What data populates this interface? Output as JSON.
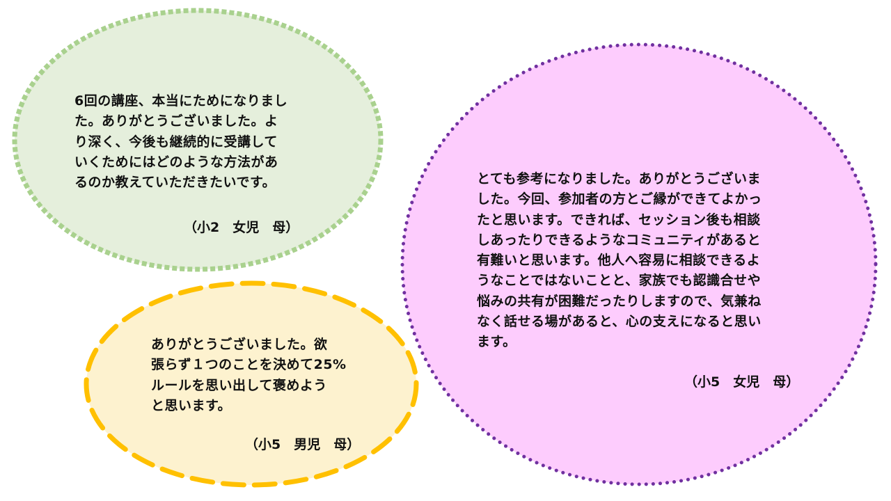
{
  "colors": {
    "green_fill": "#e5efdc",
    "green_border": "#a9d18e",
    "yellow_fill": "#fdf2cf",
    "yellow_border": "#ffc000",
    "pink_fill": "#fdccfd",
    "pink_border": "#7030a0",
    "text": "#111111"
  },
  "comments": [
    {
      "lines": [
        "6回の講座、本当にためになりまし",
        "た。ありがとうございました。よ",
        "り深く、今後も継続的に受講して",
        "いくためにはどのような方法があ",
        "るのか教えていただきたいです。"
      ],
      "attribution": "（小2　女児　母）"
    },
    {
      "lines": [
        "とても参考になりました。ありがとうございま",
        "した。今回、参加者の方とご縁ができてよかっ",
        "たと思います。できれば、セッション後も相談",
        "しあったりできるようなコミュニティがあると",
        "有難いと思います。他人へ容易に相談できるよ",
        "うなことではないことと、家族でも認識合せや",
        "悩みの共有が困難だったりしますので、気兼ね",
        "なく話せる場があると、心の支えになると思い",
        "ます。"
      ],
      "attribution": "（小5　女児　母）"
    },
    {
      "lines": [
        "ありがとうございました。欲",
        "張らず１つのことを決めて25%",
        "ルールを思い出して褒めよう",
        "と思います。"
      ],
      "attribution": "（小5　男児　母）"
    }
  ]
}
